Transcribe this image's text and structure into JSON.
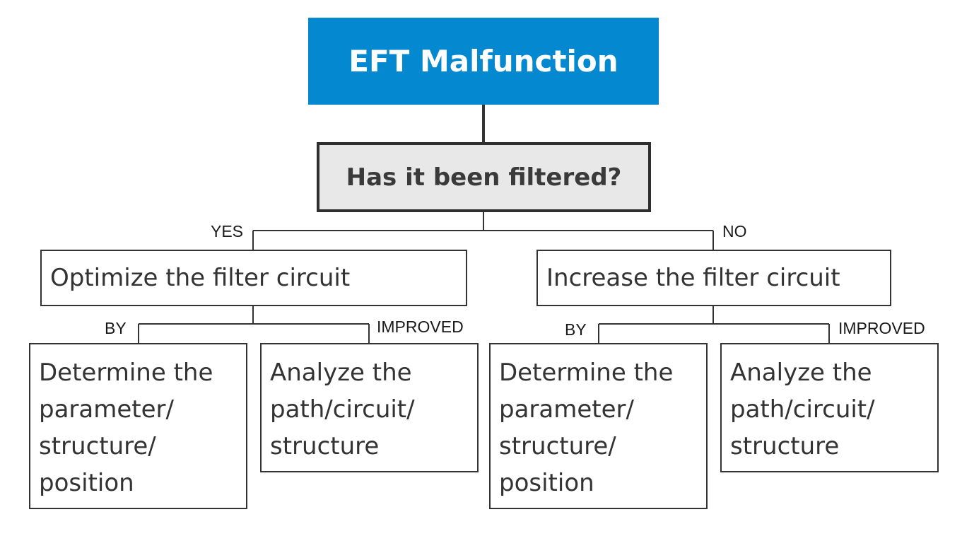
{
  "colors": {
    "root_fill": "#0489d1",
    "question_fill": "#e8e8e8",
    "line": "#333333"
  },
  "root": {
    "text": "EFT Malfunction"
  },
  "question": {
    "text": "Has it been filtered?"
  },
  "branches": {
    "left": {
      "label": "YES",
      "action": "Optimize the filter circuit",
      "by_label": "BY",
      "improved_label": "IMPROVED",
      "determine": "Determine the\nparameter/\nstructure/\nposition",
      "analyze": "Analyze the\npath/circuit/\nstructure"
    },
    "right": {
      "label": "NO",
      "action": "Increase the filter circuit",
      "by_label": "BY",
      "improved_label": "IMPROVED",
      "determine": "Determine the\nparameter/\nstructure/\nposition",
      "analyze": "Analyze the\npath/circuit/\nstructure"
    }
  }
}
